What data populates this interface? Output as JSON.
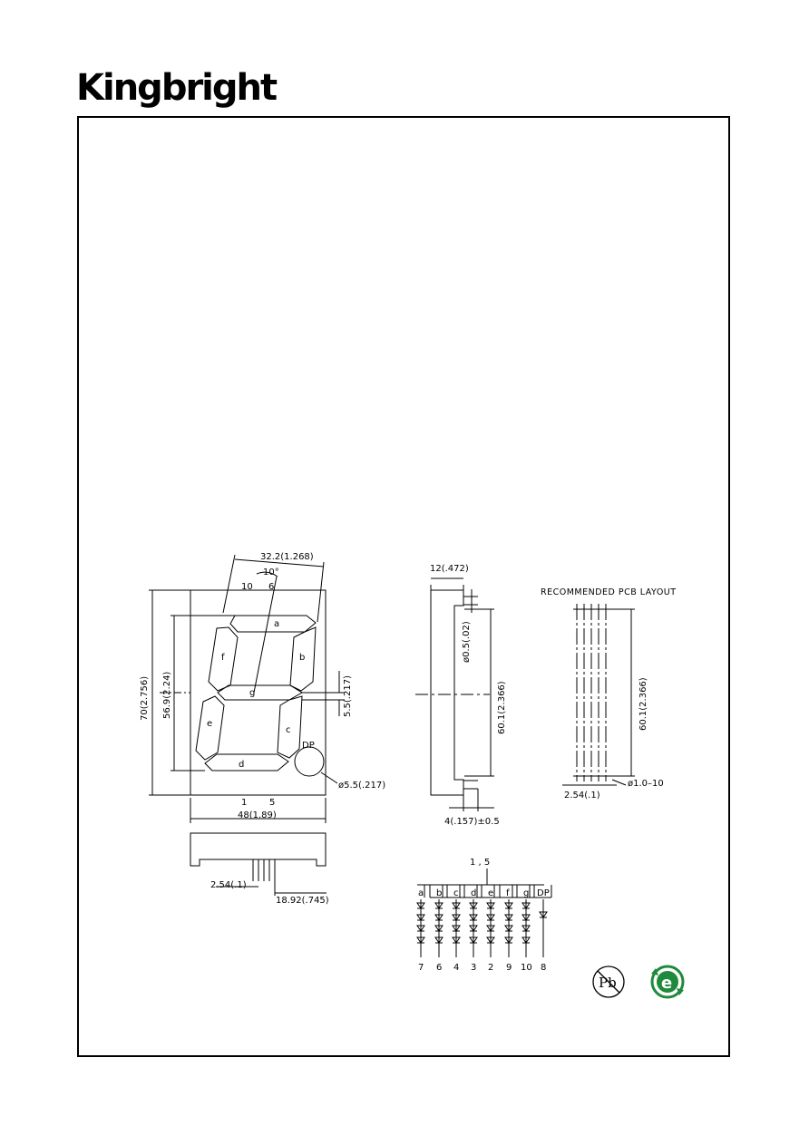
{
  "brand": {
    "name": "Kingbright"
  },
  "front_view": {
    "width_top": "32.2(1.268)",
    "angle": "10°",
    "pin_top_left": "10",
    "pin_top_right": "6",
    "height_total": "70(2.756)",
    "height_digit": "56.9(2.24)",
    "segment_gap": "5.5(.217)",
    "dp_label": "DP",
    "dp_diameter": "ø5.5(.217)",
    "pin_bottom_left": "1",
    "pin_bottom_right": "5",
    "width_total": "48(1.89)",
    "segments": {
      "a": "a",
      "b": "b",
      "c": "c",
      "d": "d",
      "e": "e",
      "f": "f",
      "g": "g"
    }
  },
  "bottom_view": {
    "pin_pitch": "2.54(.1)",
    "pin_span": "18.92(.745)"
  },
  "side_view": {
    "depth": "12(.472)",
    "pin_diameter": "ø0.5(.02)",
    "pin_row_spacing": "60.1(2.366)",
    "pin_length": "4(.157)±0.5"
  },
  "pcb_layout": {
    "title": "RECOMMENDED PCB LAYOUT",
    "row_spacing": "60.1(2.366)",
    "pitch": "2.54(.1)",
    "hole": "ø1.0–10"
  },
  "circuit": {
    "common_pins": "1 , 5",
    "segment_labels": [
      "a",
      "b",
      "c",
      "d",
      "e",
      "f",
      "g",
      "DP"
    ],
    "pin_numbers": [
      "7",
      "6",
      "4",
      "3",
      "2",
      "9",
      "10",
      "8"
    ]
  },
  "badges": {
    "pb_free": "Pb",
    "rohs": "e"
  }
}
